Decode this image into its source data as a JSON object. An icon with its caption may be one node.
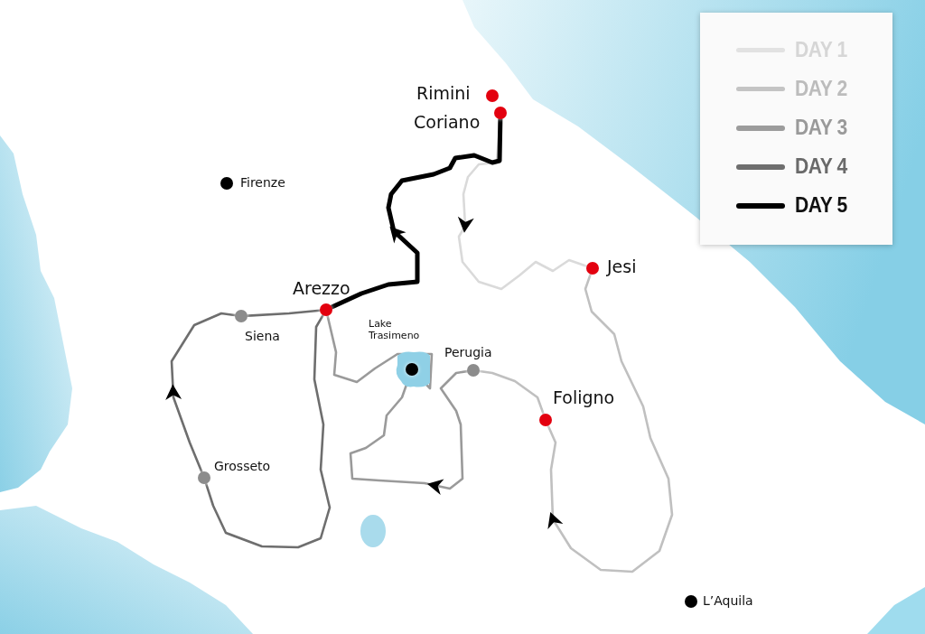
{
  "diagram": {
    "nodes": [
      {
        "text": [
          "Rimini"
        ]
      },
      {
        "text": [
          "Coriano"
        ]
      },
      {
        "text": [
          "Firenze"
        ]
      },
      {
        "text": [
          "Jesi"
        ]
      },
      {
        "text": [
          "Arezzo"
        ]
      },
      {
        "text": [
          "Siena"
        ]
      },
      {
        "text": [
          "Lake Trasimeno"
        ]
      },
      {
        "text": [
          "Perugia"
        ]
      },
      {
        "text": [
          "Foligno"
        ]
      },
      {
        "text": [
          "Grosseto"
        ]
      },
      {
        "text": [
          "L’Aquila"
        ]
      }
    ],
    "edges": [
      {
        "from": 1,
        "to": 3,
        "arrow": "to",
        "color": "#dadada"
      },
      {
        "from": 3,
        "to": 8,
        "arrow": "to",
        "color": "#c0c0c0"
      },
      {
        "from": 8,
        "to": 7,
        "arrow": "none",
        "color": "#c0c0c0"
      },
      {
        "from": 7,
        "to": 6,
        "arrow": "to",
        "color": "#9a9a9a"
      },
      {
        "from": 6,
        "to": 4,
        "arrow": "none",
        "color": "#9a9a9a"
      },
      {
        "from": 4,
        "to": 9,
        "arrow": "none",
        "color": "#6e6e6e"
      },
      {
        "from": 9,
        "to": 5,
        "arrow": "to",
        "color": "#6e6e6e"
      },
      {
        "from": 5,
        "to": 4,
        "arrow": "none",
        "color": "#6e6e6e"
      },
      {
        "from": 4,
        "to": 1,
        "arrow": "to",
        "style": "thick",
        "color": "#000000"
      }
    ],
    "legend": [
      {
        "text": "DAY 1"
      },
      {
        "text": "DAY 2"
      },
      {
        "text": "DAY 3"
      },
      {
        "text": "DAY 4"
      },
      {
        "text": "DAY 5"
      }
    ]
  }
}
